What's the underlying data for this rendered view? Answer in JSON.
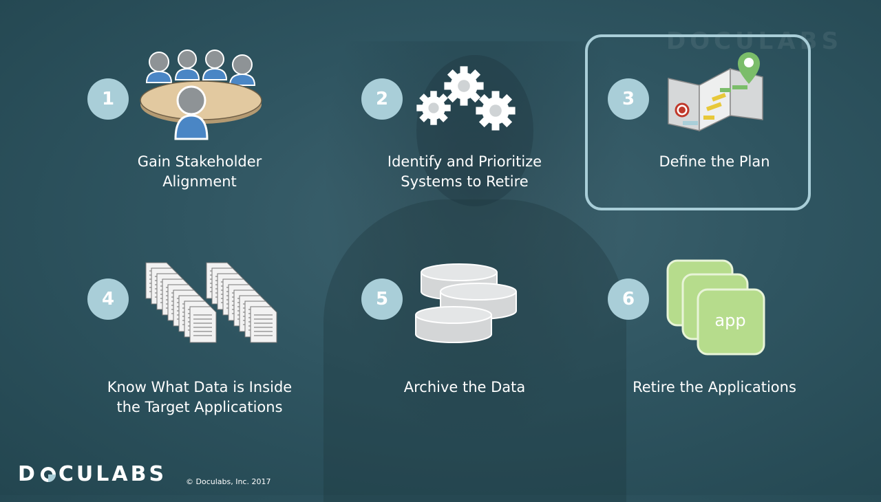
{
  "slide": {
    "watermark": "DOCULABS",
    "steps": [
      {
        "number": "1",
        "label_line1": "Gain Stakeholder",
        "label_line2": "Alignment",
        "icon": "meeting-table-icon"
      },
      {
        "number": "2",
        "label_line1": "Identify and Prioritize",
        "label_line2": "Systems to Retire",
        "icon": "gears-icon"
      },
      {
        "number": "3",
        "label_line1": "Define the Plan",
        "label_line2": "",
        "icon": "map-pin-icon"
      },
      {
        "number": "4",
        "label_line1": "Know What Data is Inside",
        "label_line2": "the Target Applications",
        "icon": "documents-icon"
      },
      {
        "number": "5",
        "label_line1": "Archive the Data",
        "label_line2": "",
        "icon": "database-icon"
      },
      {
        "number": "6",
        "label_line1": "Retire the Applications",
        "label_line2": "",
        "icon": "app-stack-icon",
        "icon_text": "app"
      }
    ],
    "highlighted_step": "3"
  },
  "footer": {
    "logo_pre": "D",
    "logo_post": "CULABS",
    "copyright": "© Doculabs, Inc. 2017"
  },
  "colors": {
    "badge": "#a9ced8",
    "person_gray": "#8e9396",
    "person_blue": "#4a86c5",
    "table": "#e2c9a0",
    "app_green": "#b6dc8c",
    "map_green": "#7bbd6a",
    "map_yellow": "#e7c83a"
  }
}
